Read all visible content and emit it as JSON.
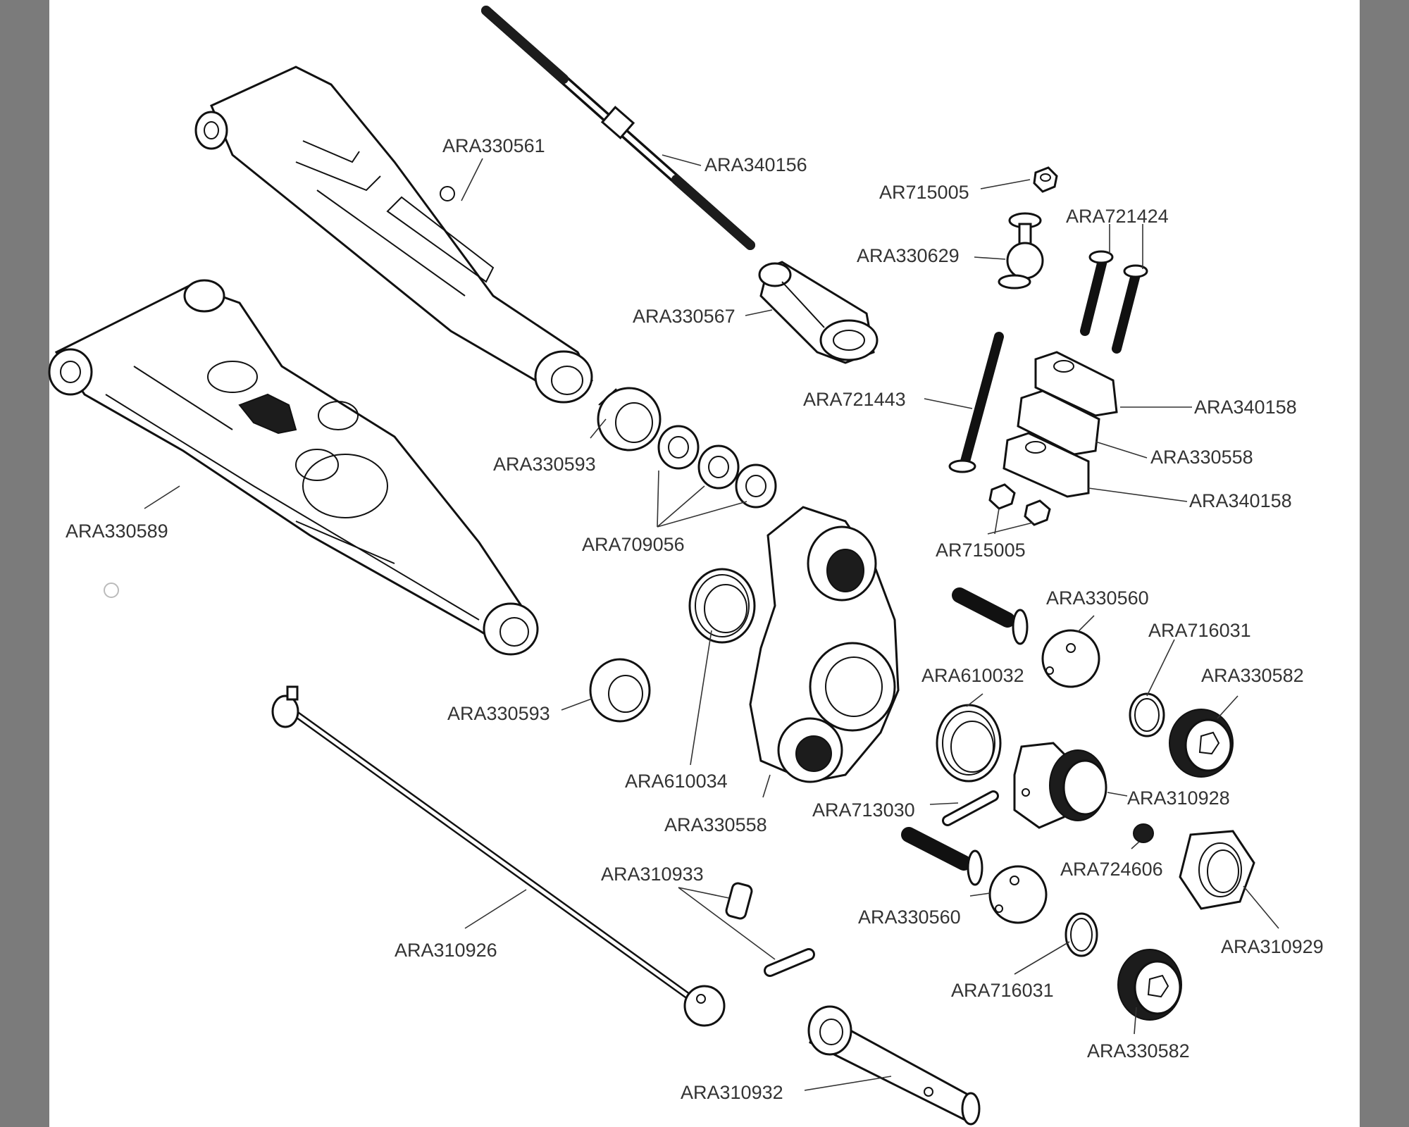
{
  "background_color": "#7b7b7b",
  "sheet_color": "#ffffff",
  "labels": {
    "upper_arm": "ARA330561",
    "turnbuckle": "ARA340156",
    "nut_top": "AR715005",
    "ball_top": "ARA330629",
    "screws_pair": "ARA721424",
    "rod_end": "ARA330567",
    "long_screw": "ARA721443",
    "mount_top": "ARA340158",
    "mount_mid": "ARA330558",
    "mount_bottom": "ARA340158",
    "nuts_pair": "AR715005",
    "bushing_upper": "ARA330593",
    "shims": "ARA709056",
    "lower_arm": "ARA330589",
    "ball_upper": "ARA330560",
    "oring_upper": "ARA716031",
    "bearing_right": "ARA610032",
    "plug_upper": "ARA330582",
    "bushing_lower": "ARA330593",
    "bearing_left": "ARA610034",
    "hub_carrier": "ARA330558",
    "pin": "ARA713030",
    "hex_hub": "ARA310928",
    "set_screw": "ARA724606",
    "pins_pair": "ARA310933",
    "ball_lower": "ARA330560",
    "dogbone": "ARA310926",
    "wheel_nut": "ARA310929",
    "oring_lower": "ARA716031",
    "plug_lower": "ARA330582",
    "axle": "ARA310932"
  }
}
